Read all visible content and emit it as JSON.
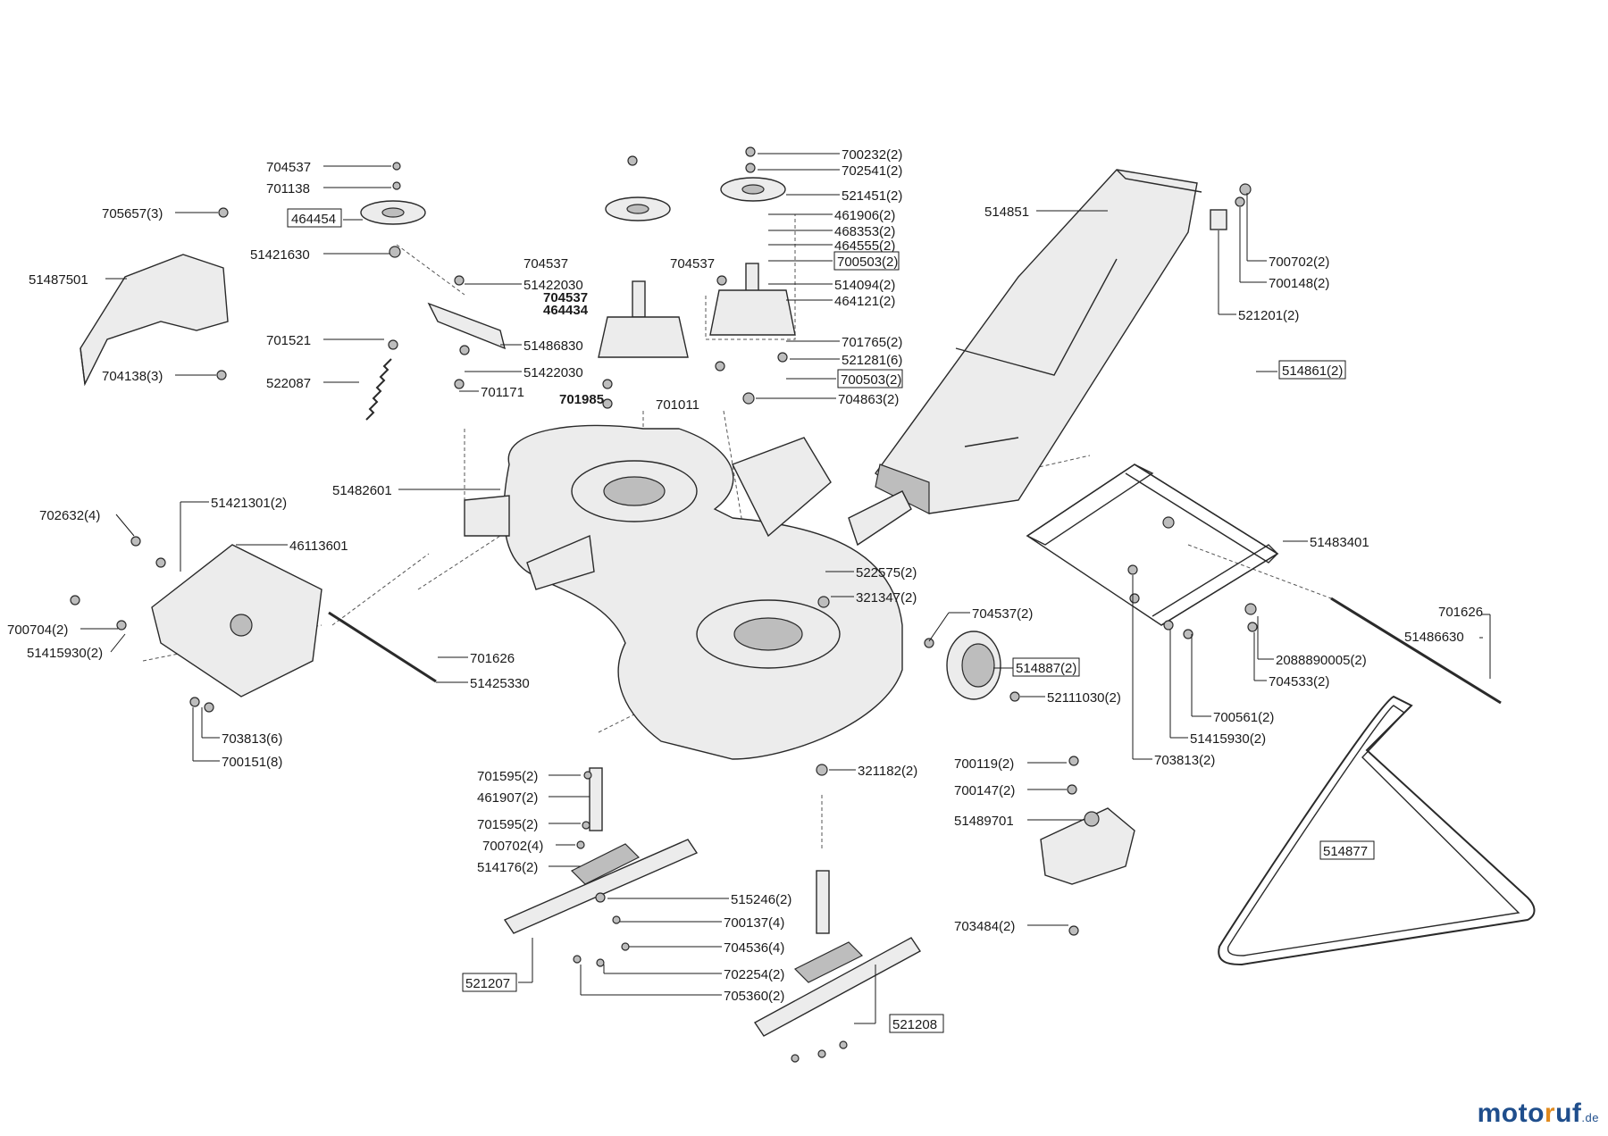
{
  "watermark": {
    "part_a": "moto",
    "part_b": "r",
    "part_c": "uf",
    "tld": ".de"
  },
  "labels": [
    {
      "id": "l1",
      "text": "704537",
      "boxed": false,
      "bold": false
    },
    {
      "id": "l2",
      "text": "701138",
      "boxed": false,
      "bold": false
    },
    {
      "id": "l3",
      "text": "705657(3)",
      "boxed": false,
      "bold": false
    },
    {
      "id": "l4",
      "text": "464454",
      "boxed": true,
      "bold": false
    },
    {
      "id": "l5",
      "text": "51421630",
      "boxed": false,
      "bold": false
    },
    {
      "id": "l6",
      "text": "51487501",
      "boxed": false,
      "bold": false
    },
    {
      "id": "l7",
      "text": "704138(3)",
      "boxed": false,
      "bold": false
    },
    {
      "id": "l8",
      "text": "701521",
      "boxed": false,
      "bold": false
    },
    {
      "id": "l9",
      "text": "522087",
      "boxed": false,
      "bold": false
    },
    {
      "id": "l10",
      "text": "701171",
      "boxed": false,
      "bold": false
    },
    {
      "id": "l11",
      "text": "704537",
      "boxed": false,
      "bold": false
    },
    {
      "id": "l12",
      "text": "51422030",
      "boxed": false,
      "bold": false
    },
    {
      "id": "l13",
      "text": "51486830",
      "boxed": false,
      "bold": false
    },
    {
      "id": "l14",
      "text": "51422030",
      "boxed": false,
      "bold": false
    },
    {
      "id": "l15",
      "text": "704537",
      "boxed": false,
      "bold": false
    },
    {
      "id": "l16",
      "text": "704537",
      "boxed": false,
      "bold": true
    },
    {
      "id": "l17",
      "text": "464434",
      "boxed": false,
      "bold": true
    },
    {
      "id": "l18",
      "text": "701985",
      "boxed": false,
      "bold": true
    },
    {
      "id": "l19",
      "text": "701011",
      "boxed": false,
      "bold": false
    },
    {
      "id": "l20",
      "text": "700232(2)",
      "boxed": false,
      "bold": false
    },
    {
      "id": "l21",
      "text": "702541(2)",
      "boxed": false,
      "bold": false
    },
    {
      "id": "l22",
      "text": "521451(2)",
      "boxed": false,
      "bold": false
    },
    {
      "id": "l23",
      "text": "461906(2)",
      "boxed": false,
      "bold": false
    },
    {
      "id": "l24",
      "text": "468353(2)",
      "boxed": false,
      "bold": false
    },
    {
      "id": "l25",
      "text": "464555(2)",
      "boxed": false,
      "bold": false
    },
    {
      "id": "l26",
      "text": "700503(2)",
      "boxed": true,
      "bold": false
    },
    {
      "id": "l27",
      "text": "514094(2)",
      "boxed": false,
      "bold": false
    },
    {
      "id": "l28",
      "text": "464121(2)",
      "boxed": false,
      "bold": false
    },
    {
      "id": "l29",
      "text": "701765(2)",
      "boxed": false,
      "bold": false
    },
    {
      "id": "l30",
      "text": "521281(6)",
      "boxed": false,
      "bold": false
    },
    {
      "id": "l31",
      "text": "700503(2)",
      "boxed": true,
      "bold": false
    },
    {
      "id": "l32",
      "text": "704863(2)",
      "boxed": false,
      "bold": false
    },
    {
      "id": "l33",
      "text": "514851",
      "boxed": false,
      "bold": false
    },
    {
      "id": "l34",
      "text": "700702(2)",
      "boxed": false,
      "bold": false
    },
    {
      "id": "l35",
      "text": "700148(2)",
      "boxed": false,
      "bold": false
    },
    {
      "id": "l36",
      "text": "521201(2)",
      "boxed": false,
      "bold": false
    },
    {
      "id": "l37",
      "text": "514861(2)",
      "boxed": true,
      "bold": false
    },
    {
      "id": "l38",
      "text": "51482601",
      "boxed": false,
      "bold": false
    },
    {
      "id": "l39",
      "text": "702632(4)",
      "boxed": false,
      "bold": false
    },
    {
      "id": "l40",
      "text": "51421301(2)",
      "boxed": false,
      "bold": false
    },
    {
      "id": "l41",
      "text": "46113601",
      "boxed": false,
      "bold": false
    },
    {
      "id": "l42",
      "text": "700704(2)",
      "boxed": false,
      "bold": false
    },
    {
      "id": "l43",
      "text": "51415930(2)",
      "boxed": false,
      "bold": false
    },
    {
      "id": "l44",
      "text": "701626",
      "boxed": false,
      "bold": false
    },
    {
      "id": "l45",
      "text": "51425330",
      "boxed": false,
      "bold": false
    },
    {
      "id": "l46",
      "text": "703813(6)",
      "boxed": false,
      "bold": false
    },
    {
      "id": "l47",
      "text": "700151(8)",
      "boxed": false,
      "bold": false
    },
    {
      "id": "l48",
      "text": "522575(2)",
      "boxed": false,
      "bold": false
    },
    {
      "id": "l49",
      "text": "321347(2)",
      "boxed": false,
      "bold": false
    },
    {
      "id": "l50",
      "text": "704537(2)",
      "boxed": false,
      "bold": false
    },
    {
      "id": "l51",
      "text": "514887(2)",
      "boxed": true,
      "bold": false
    },
    {
      "id": "l52",
      "text": "52111030(2)",
      "boxed": false,
      "bold": false
    },
    {
      "id": "l53",
      "text": "51483401",
      "boxed": false,
      "bold": false
    },
    {
      "id": "l54",
      "text": "2088890005(2)",
      "boxed": false,
      "bold": false
    },
    {
      "id": "l55",
      "text": "704533(2)",
      "boxed": false,
      "bold": false
    },
    {
      "id": "l56",
      "text": "700561(2)",
      "boxed": false,
      "bold": false
    },
    {
      "id": "l57",
      "text": "51415930(2)",
      "boxed": false,
      "bold": false
    },
    {
      "id": "l58",
      "text": "703813(2)",
      "boxed": false,
      "bold": false
    },
    {
      "id": "l59",
      "text": "701626",
      "boxed": false,
      "bold": false
    },
    {
      "id": "l60",
      "text": "51486630",
      "boxed": false,
      "bold": false
    },
    {
      "id": "l61",
      "text": "321182(2)",
      "boxed": false,
      "bold": false
    },
    {
      "id": "l62",
      "text": "700119(2)",
      "boxed": false,
      "bold": false
    },
    {
      "id": "l63",
      "text": "700147(2)",
      "boxed": false,
      "bold": false
    },
    {
      "id": "l64",
      "text": "51489701",
      "boxed": false,
      "bold": false
    },
    {
      "id": "l65",
      "text": "703484(2)",
      "boxed": false,
      "bold": false
    },
    {
      "id": "l66",
      "text": "514877",
      "boxed": true,
      "bold": false
    },
    {
      "id": "l67",
      "text": "701595(2)",
      "boxed": false,
      "bold": false
    },
    {
      "id": "l68",
      "text": "461907(2)",
      "boxed": false,
      "bold": false
    },
    {
      "id": "l69",
      "text": "701595(2)",
      "boxed": false,
      "bold": false
    },
    {
      "id": "l70",
      "text": "700702(4)",
      "boxed": false,
      "bold": false
    },
    {
      "id": "l71",
      "text": "514176(2)",
      "boxed": false,
      "bold": false
    },
    {
      "id": "l72",
      "text": "515246(2)",
      "boxed": false,
      "bold": false
    },
    {
      "id": "l73",
      "text": "700137(4)",
      "boxed": false,
      "bold": false
    },
    {
      "id": "l74",
      "text": "704536(4)",
      "boxed": false,
      "bold": false
    },
    {
      "id": "l75",
      "text": "702254(2)",
      "boxed": false,
      "bold": false
    },
    {
      "id": "l76",
      "text": "705360(2)",
      "boxed": false,
      "bold": false
    },
    {
      "id": "l77",
      "text": "521207",
      "boxed": true,
      "bold": false
    },
    {
      "id": "l78",
      "text": "521208",
      "boxed": true,
      "bold": false
    }
  ]
}
